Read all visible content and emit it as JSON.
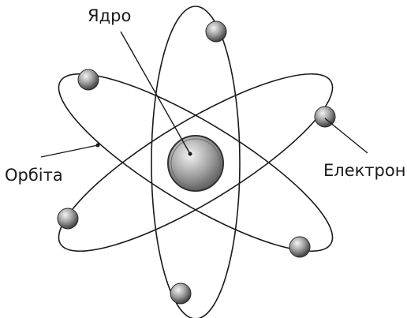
{
  "labels": {
    "nucleus": "Ядро",
    "orbit": "Орбіта",
    "electron": "Електрон"
  },
  "colors": {
    "stroke": "#1a1a1a",
    "sphere_light": "#f2f2f2",
    "sphere_mid": "#9a9a9a",
    "sphere_dark": "#3a3a3a",
    "background": "#ffffff"
  },
  "parts": {
    "nucleus_count": 1,
    "orbit_count": 3,
    "electron_count": 6
  }
}
